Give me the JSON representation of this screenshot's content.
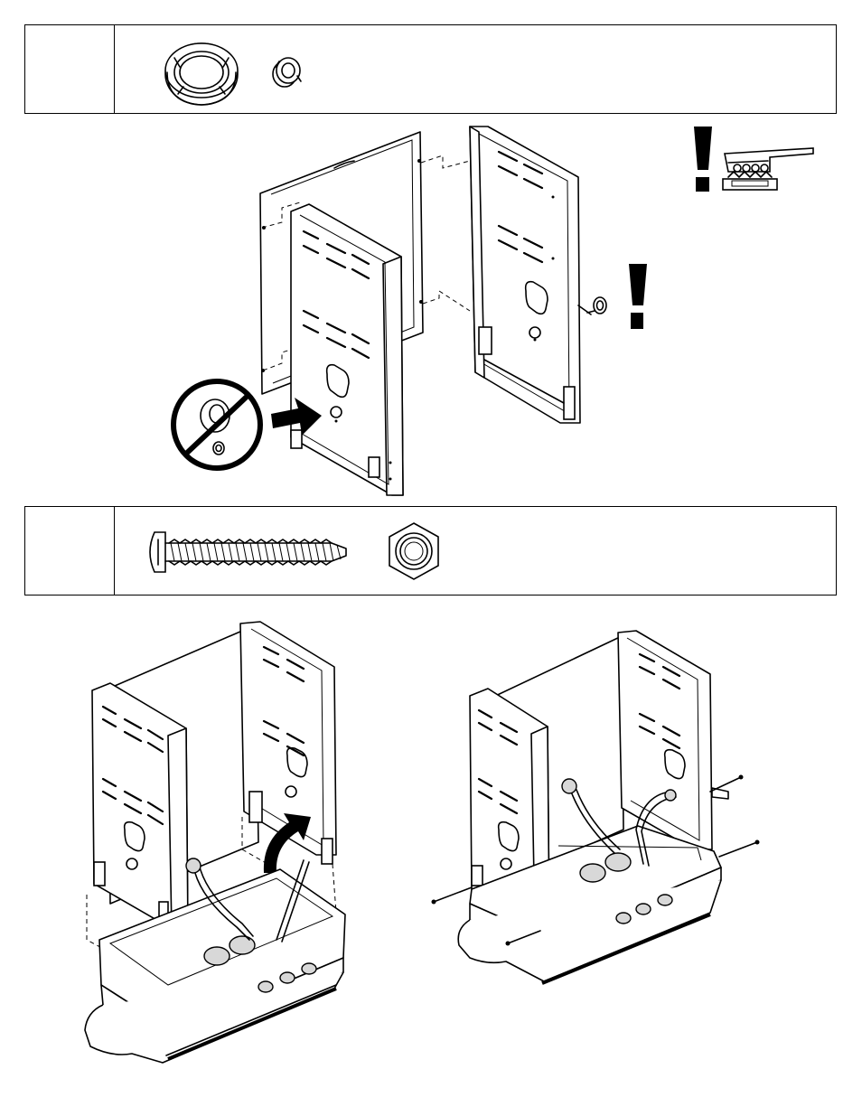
{
  "sections": [
    {
      "id": "parts-box-1",
      "parts": [
        "large-bushing",
        "small-bushing"
      ]
    },
    {
      "id": "step-panel-assembly",
      "warnings": [
        "warning-exclamation",
        "cooking-warning"
      ],
      "prohibition": "no-bushing-on-inner-panel"
    },
    {
      "id": "parts-box-2",
      "parts": [
        "screw",
        "hex-nut"
      ]
    },
    {
      "id": "step-mount-to-base",
      "views": [
        "lower-onto-base",
        "attach-with-screws"
      ]
    }
  ],
  "icons": [
    "bushing-icon",
    "small-bushing-icon",
    "screw-icon",
    "hex-nut-icon",
    "exclamation-icon",
    "prohibited-icon",
    "arrow-icon"
  ],
  "colors": {
    "line": "#000000",
    "fill": "#ffffff",
    "shade": "#d8d8d8"
  }
}
